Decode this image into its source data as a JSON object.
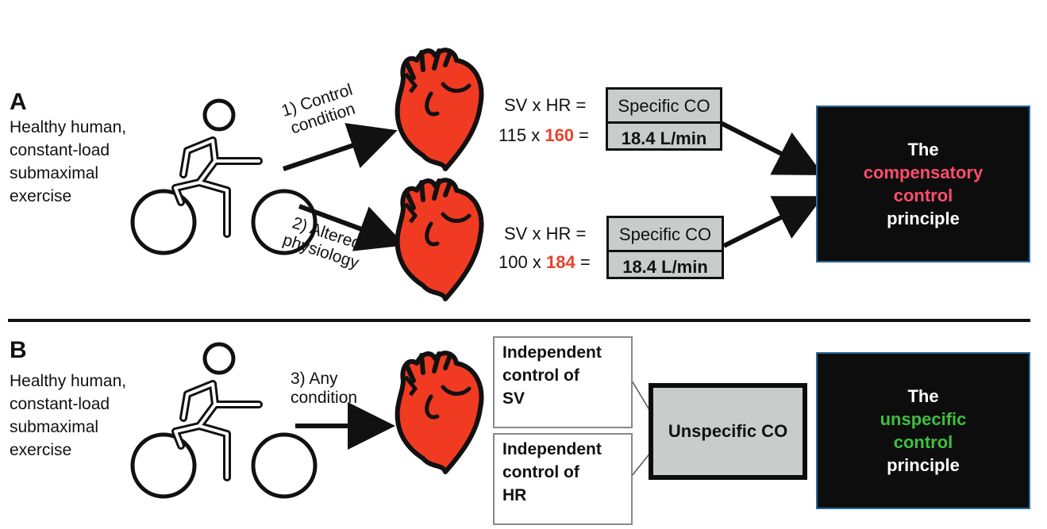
{
  "panel_a": {
    "letter": "A",
    "subject": [
      "Healthy human,",
      "constant-load",
      "submaximal",
      "exercise"
    ],
    "arrow1_label": [
      "1) Control",
      "condition"
    ],
    "arrow2_label": [
      "2) Altered",
      "physiology"
    ],
    "eq1": {
      "header": "SV x  HR =",
      "sv": "115",
      "x": "x",
      "hr": "160",
      "eq": "=",
      "box_top": "Specific CO",
      "box_bottom": "18.4 L/min"
    },
    "eq2": {
      "header": "SV x  HR =",
      "sv": "100",
      "x": "x",
      "hr": "184",
      "eq": "=",
      "box_top": "Specific CO",
      "box_bottom": "18.4 L/min"
    },
    "principle": {
      "line1": "The",
      "line2": "compensatory",
      "line3": "control",
      "line4": "principle"
    }
  },
  "panel_b": {
    "letter": "B",
    "subject": [
      "Healthy human,",
      "constant-load",
      "submaximal",
      "exercise"
    ],
    "arrow_label": [
      "3) Any",
      "condition"
    ],
    "indep_sv": [
      "Independent",
      "control of",
      "SV"
    ],
    "indep_hr": [
      "Independent",
      "control of",
      "HR"
    ],
    "unspecific": "Unspecific CO",
    "principle": {
      "line1": "The",
      "line2": "unspecific",
      "line3": "control",
      "line4": "principle"
    }
  },
  "colors": {
    "heart": "#f13a22",
    "hr_value": "#e8412c",
    "compensatory": "#ff4d6d",
    "unspecific": "#3fbf3f",
    "box_fill": "#c8cdcc"
  },
  "icons": [
    "cyclist-icon",
    "heart-icon",
    "arrow-icon"
  ]
}
